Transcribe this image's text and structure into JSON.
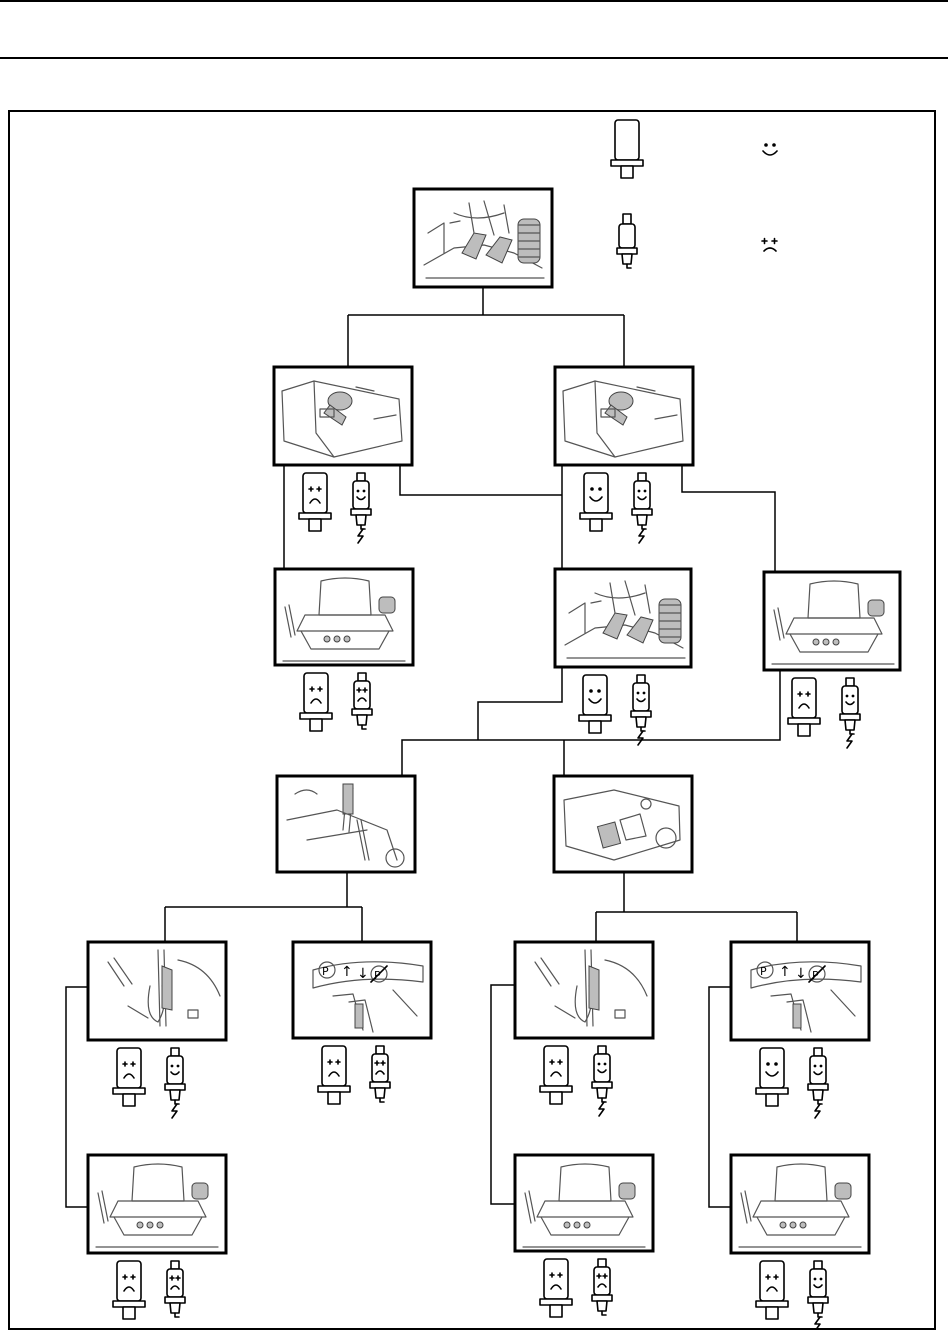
{
  "legend": [
    {
      "icon": "ignition-module-icon",
      "status": "smiley-face-icon"
    },
    {
      "icon": "spark-plug-icon",
      "status": "sad-face-icon"
    }
  ],
  "diagram": {
    "nodes": [
      {
        "id": "start",
        "scene": "operator-seat-pedals",
        "indicators": []
      },
      {
        "id": "b1",
        "scene": "ignition-key-panel",
        "indicators": [
          "ignition-module-sad",
          "spark-plug-ok-spark"
        ]
      },
      {
        "id": "b2",
        "scene": "ignition-key-panel",
        "indicators": [
          "ignition-module-happy",
          "spark-plug-ok-spark"
        ]
      },
      {
        "id": "c1",
        "scene": "seat-side-view",
        "indicators": [
          "ignition-module-sad",
          "spark-plug-sad"
        ]
      },
      {
        "id": "c2",
        "scene": "operator-seat-pedals",
        "indicators": [
          "ignition-module-happy",
          "spark-plug-ok-spark"
        ]
      },
      {
        "id": "c3",
        "scene": "seat-side-view",
        "indicators": [
          "ignition-module-sad",
          "spark-plug-ok-spark"
        ]
      },
      {
        "id": "d1",
        "scene": "lever-closeup",
        "indicators": []
      },
      {
        "id": "d2",
        "scene": "switch-panel-closeup",
        "indicators": []
      },
      {
        "id": "e1",
        "scene": "lever-wiring",
        "indicators": [
          "ignition-module-sad",
          "spark-plug-ok-spark"
        ]
      },
      {
        "id": "e2",
        "scene": "brake-lever-engaged",
        "indicators": [
          "ignition-module-sad",
          "spark-plug-sad"
        ]
      },
      {
        "id": "e3",
        "scene": "lever-wiring",
        "indicators": [
          "ignition-module-sad",
          "spark-plug-ok-spark"
        ]
      },
      {
        "id": "e4",
        "scene": "brake-lever-engaged",
        "indicators": [
          "ignition-module-happy",
          "spark-plug-ok-spark"
        ]
      },
      {
        "id": "f1",
        "scene": "seat-side-view",
        "indicators": [
          "ignition-module-sad",
          "spark-plug-sad"
        ]
      },
      {
        "id": "f3",
        "scene": "seat-side-view",
        "indicators": [
          "ignition-module-sad",
          "spark-plug-sad"
        ]
      },
      {
        "id": "f4",
        "scene": "seat-side-view",
        "indicators": [
          "ignition-module-sad",
          "spark-plug-ok-spark"
        ]
      }
    ],
    "brake_switch_symbols": [
      "P",
      "↑",
      "↓",
      "P"
    ]
  }
}
